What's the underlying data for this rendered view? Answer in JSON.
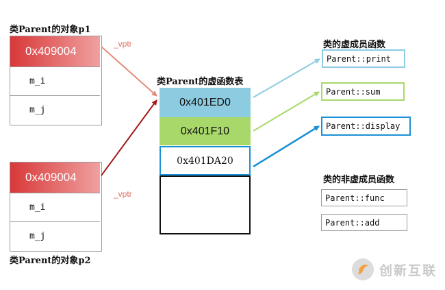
{
  "object_p1": {
    "title": "类Parent的对象p1",
    "vptr_value": "0x409004",
    "members": [
      "m_i",
      "m_j"
    ]
  },
  "object_p2": {
    "title": "类Parent的对象p2",
    "vptr_value": "0x409004",
    "members": [
      "m_i",
      "m_j"
    ]
  },
  "vptr_label": "_vptr",
  "vtable": {
    "title": "类Parent的虚函数表",
    "entries": [
      "0x401ED0",
      "0x401F10",
      "0x401DA20"
    ]
  },
  "virtual_functions": {
    "title": "类的虚成员函数",
    "items": [
      "Parent::print",
      "Parent::sum",
      "Parent::display"
    ]
  },
  "non_virtual_functions": {
    "title": "类的非虚成员函数",
    "items": [
      "Parent::func",
      "Parent::add"
    ]
  },
  "watermark": "创新互联",
  "colors": {
    "vptr_red": "#d83838",
    "entry_blue": "#8ccbe0",
    "entry_green": "#a8d86a",
    "entry_outline": "#1a90d6",
    "arrow_salmon": "#e58a78",
    "arrow_darkred": "#a51818"
  }
}
